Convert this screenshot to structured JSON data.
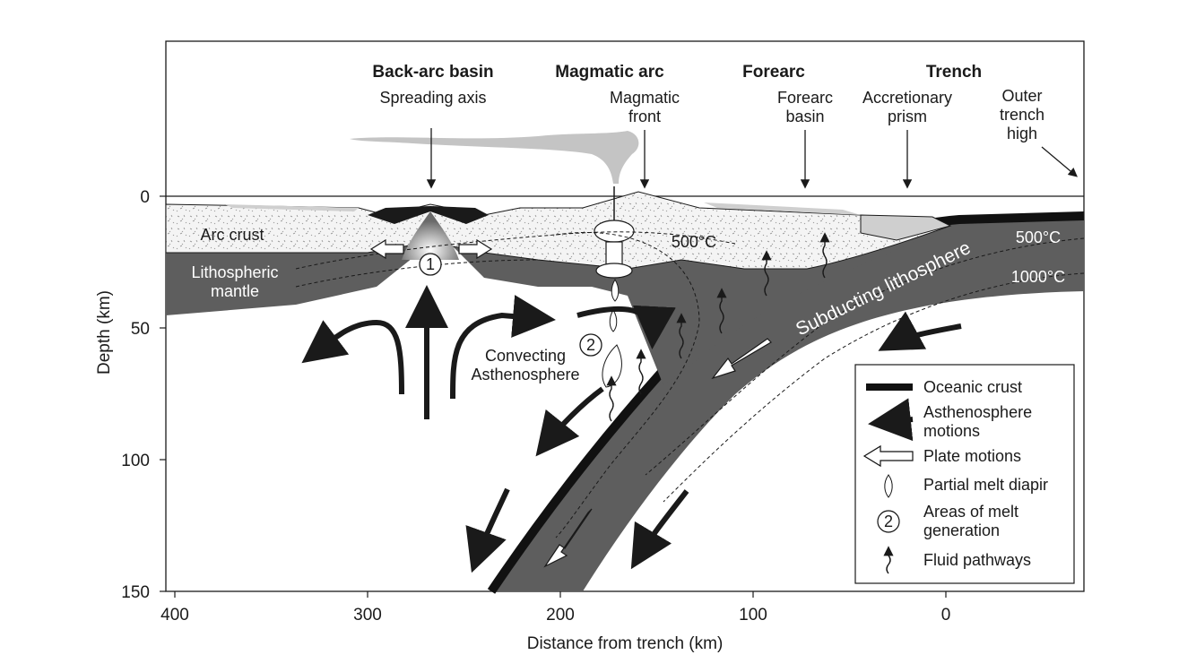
{
  "axes": {
    "x_title": "Distance from trench (km)",
    "y_title": "Depth (km)",
    "x_ticks": [
      "400",
      "300",
      "200",
      "100",
      "0"
    ],
    "y_ticks": [
      "0",
      "50",
      "100",
      "150"
    ]
  },
  "headers": {
    "backarc": "Back-arc basin",
    "magmatic": "Magmatic arc",
    "forearc": "Forearc",
    "trench": "Trench"
  },
  "sublabels": {
    "spreading": "Spreading axis",
    "magfront_1": "Magmatic",
    "magfront_2": "front",
    "forearc_basin_1": "Forearc",
    "forearc_basin_2": "basin",
    "accretionary_1": "Accretionary",
    "accretionary_2": "prism",
    "outer_1": "Outer",
    "outer_2": "trench",
    "outer_3": "high"
  },
  "region_labels": {
    "arc_crust": "Arc crust",
    "litho_1": "Lithospheric",
    "litho_2": "mantle",
    "convecting_1": "Convecting",
    "convecting_2": "Asthenosphere",
    "subducting": "Subducting lithosphere",
    "iso_arc": "500°C",
    "iso_500": "500°C",
    "iso_1000": "1000°C",
    "marker_1": "1",
    "marker_2": "2"
  },
  "legend": {
    "oceanic_crust": "Oceanic crust",
    "astheno_1": "Asthenosphere",
    "astheno_2": "motions",
    "plate": "Plate motions",
    "diapir": "Partial melt diapir",
    "melt_1": "Areas of melt",
    "melt_2": "generation",
    "melt_marker": "2",
    "fluid": "Fluid pathways"
  },
  "colors": {
    "mantle": "#5e5e5e",
    "crust_fill": "#f3f3f3",
    "accretionary": "#cfcfcf",
    "plume": "#bdbdbd",
    "ink": "#1a1a1a"
  }
}
